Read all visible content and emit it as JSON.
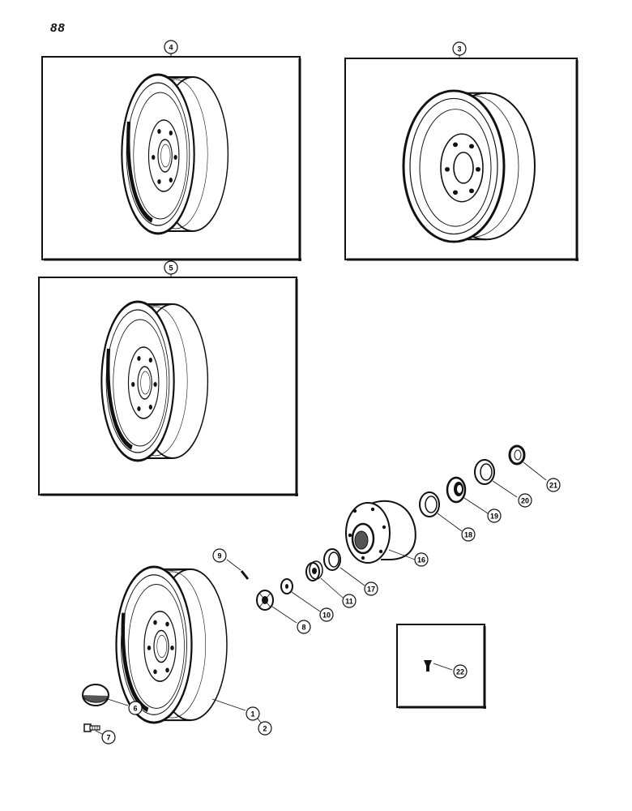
{
  "page_number": "88",
  "callouts": {
    "c1": "1",
    "c2": "2",
    "c3": "3",
    "c4": "4",
    "c5": "5",
    "c6": "6",
    "c7": "7",
    "c8": "8",
    "c9": "9",
    "c10": "10",
    "c11": "11",
    "c16": "16",
    "c17": "17",
    "c18": "18",
    "c19": "19",
    "c20": "20",
    "c21": "21",
    "c22": "22"
  }
}
